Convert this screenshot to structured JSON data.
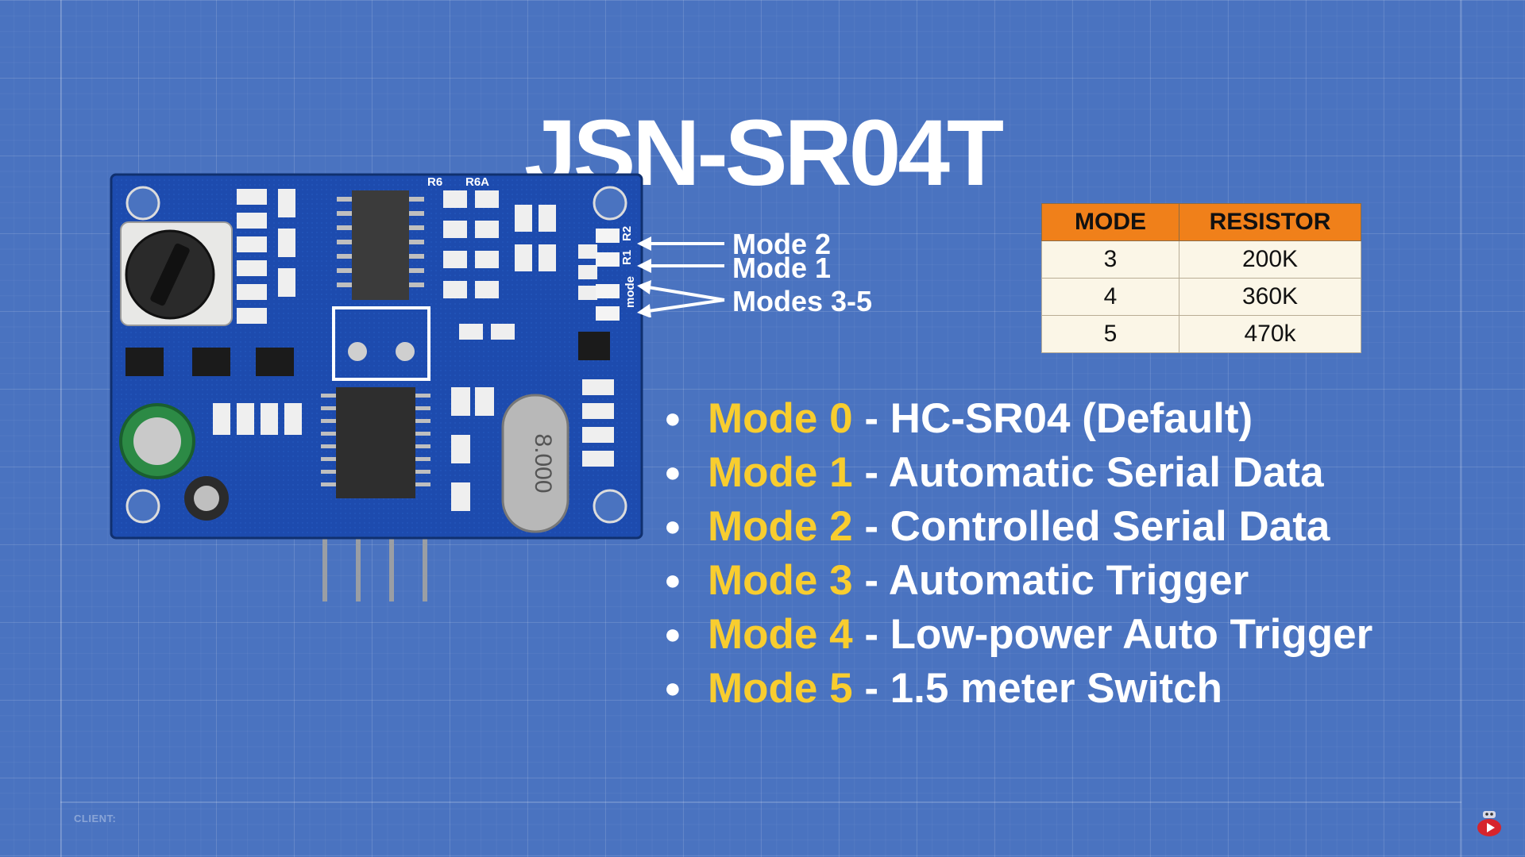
{
  "title": "JSN-SR04T",
  "callouts": {
    "mode2": "Mode 2",
    "mode1": "Mode 1",
    "modes35": "Modes 3-5"
  },
  "resistor_table": {
    "headers": [
      "MODE",
      "RESISTOR"
    ],
    "rows": [
      [
        "3",
        "200K"
      ],
      [
        "4",
        "360K"
      ],
      [
        "5",
        "470k"
      ]
    ]
  },
  "modes": [
    {
      "name": "Mode 0",
      "desc": "- HC-SR04 (Default)"
    },
    {
      "name": "Mode 1",
      "desc": "- Automatic Serial Data"
    },
    {
      "name": "Mode 2",
      "desc": "- Controlled Serial Data"
    },
    {
      "name": "Mode 3",
      "desc": "- Automatic Trigger"
    },
    {
      "name": "Mode 4",
      "desc": "- Low-power Auto Trigger"
    },
    {
      "name": "Mode 5",
      "desc": "- 1.5 meter Switch"
    }
  ],
  "board_labels": {
    "crystal": "8.000",
    "r6": "R6",
    "r6a": "R6A",
    "r2": "R2",
    "r1": "R1",
    "mode": "mode"
  },
  "footer": {
    "client_label": "CLIENT:"
  },
  "colors": {
    "background": "#4a73c0",
    "pcb": "#1c4aaa",
    "highlight": "#f8cd2f",
    "table_header": "#f0801a",
    "table_body": "#fbf6e7"
  },
  "icons": {
    "board": "pcb-module-image",
    "arrow": "arrow-left-icon",
    "logo": "robot-play-icon"
  }
}
